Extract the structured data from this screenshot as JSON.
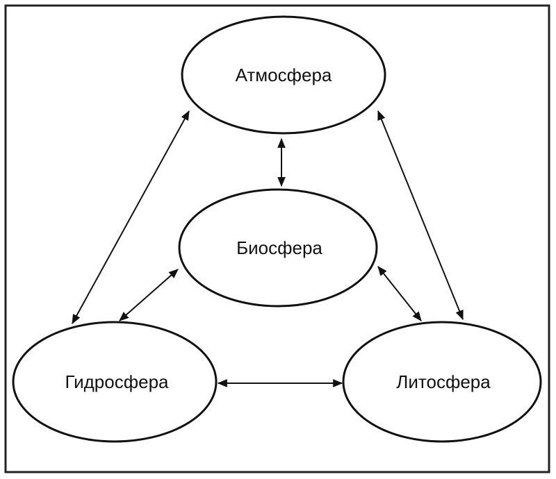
{
  "diagram": {
    "nodes": {
      "atmosphere": {
        "label": "Атмосфера"
      },
      "biosphere": {
        "label": "Биосфера"
      },
      "hydrosphere": {
        "label": "Гидросфера"
      },
      "lithosphere": {
        "label": "Литосфера"
      }
    },
    "connections": [
      {
        "from": "atmosphere",
        "to": "biosphere",
        "direction": "both"
      },
      {
        "from": "atmosphere",
        "to": "hydrosphere",
        "direction": "both"
      },
      {
        "from": "atmosphere",
        "to": "lithosphere",
        "direction": "both"
      },
      {
        "from": "biosphere",
        "to": "hydrosphere",
        "direction": "both"
      },
      {
        "from": "biosphere",
        "to": "lithosphere",
        "direction": "both"
      },
      {
        "from": "hydrosphere",
        "to": "lithosphere",
        "direction": "both"
      }
    ]
  }
}
